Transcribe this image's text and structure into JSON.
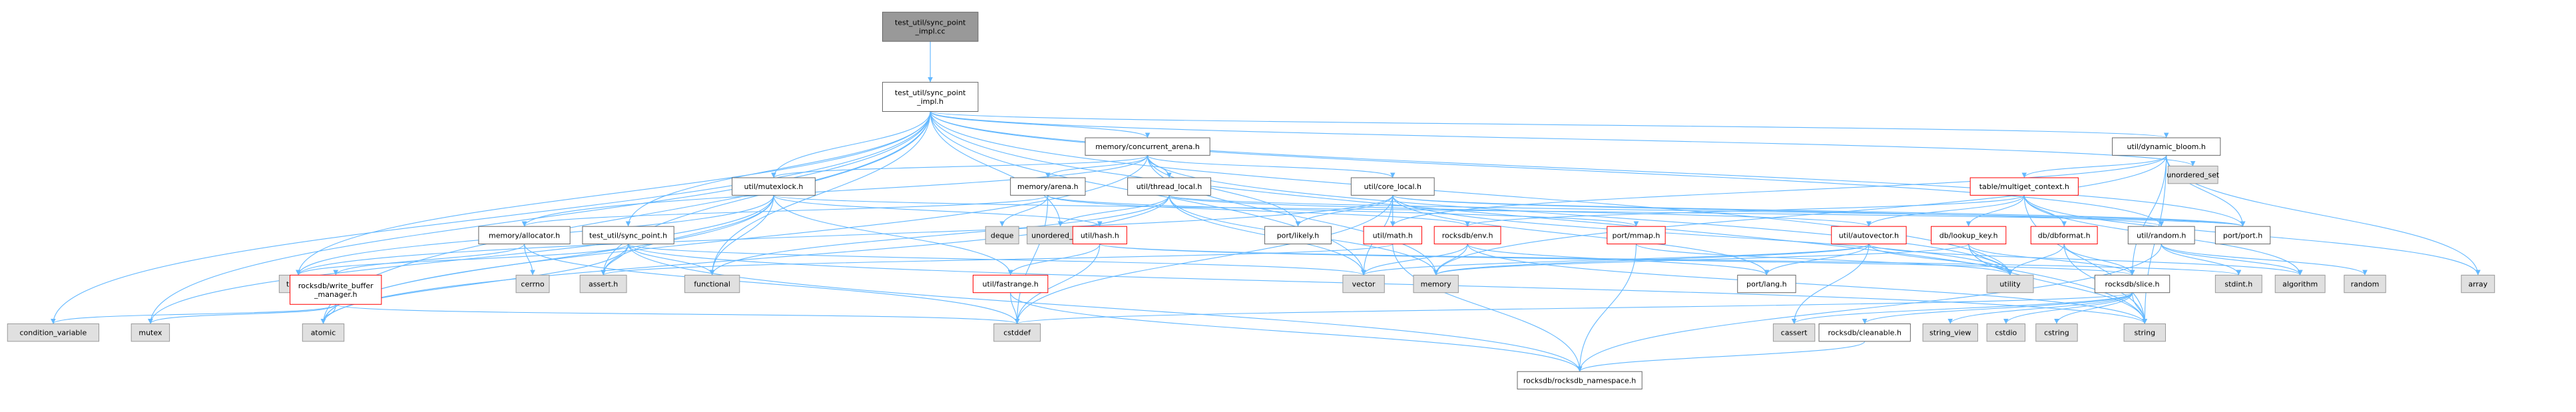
{
  "colors": {
    "edge": "#63b8ff",
    "root_fill": "#999999",
    "root_stroke": "#666666",
    "file_fill": "#ffffff",
    "file_stroke": "#666666",
    "linked_stroke": "#ff0000",
    "system_fill": "#e0e0e0",
    "system_stroke": "#999999",
    "text": "#000000"
  },
  "nodes": [
    {
      "id": "root",
      "lines": [
        "test_util/sync_point",
        "_impl.cc"
      ],
      "kind": "root"
    },
    {
      "id": "impl_h",
      "lines": [
        "test_util/sync_point",
        "_impl.h"
      ],
      "kind": "file"
    },
    {
      "id": "concurrent_arena",
      "lines": [
        "memory/concurrent_arena.h"
      ],
      "kind": "file"
    },
    {
      "id": "dynamic_bloom",
      "lines": [
        "util/dynamic_bloom.h"
      ],
      "kind": "file"
    },
    {
      "id": "unordered_set",
      "lines": [
        "unordered_set"
      ],
      "kind": "system"
    },
    {
      "id": "multiget_context",
      "lines": [
        "table/multiget_context.h"
      ],
      "kind": "linked"
    },
    {
      "id": "mutexlock",
      "lines": [
        "util/mutexlock.h"
      ],
      "kind": "file"
    },
    {
      "id": "arena",
      "lines": [
        "memory/arena.h"
      ],
      "kind": "file"
    },
    {
      "id": "thread_local",
      "lines": [
        "util/thread_local.h"
      ],
      "kind": "file"
    },
    {
      "id": "core_local",
      "lines": [
        "util/core_local.h"
      ],
      "kind": "file"
    },
    {
      "id": "allocator",
      "lines": [
        "memory/allocator.h"
      ],
      "kind": "file"
    },
    {
      "id": "sync_point_h",
      "lines": [
        "test_util/sync_point.h"
      ],
      "kind": "file"
    },
    {
      "id": "deque",
      "lines": [
        "deque"
      ],
      "kind": "system"
    },
    {
      "id": "unordered_map",
      "lines": [
        "unordered_map"
      ],
      "kind": "system"
    },
    {
      "id": "hash",
      "lines": [
        "util/hash.h"
      ],
      "kind": "linked"
    },
    {
      "id": "likely",
      "lines": [
        "port/likely.h"
      ],
      "kind": "file"
    },
    {
      "id": "math",
      "lines": [
        "util/math.h"
      ],
      "kind": "linked"
    },
    {
      "id": "env",
      "lines": [
        "rocksdb/env.h"
      ],
      "kind": "linked"
    },
    {
      "id": "mmap",
      "lines": [
        "port/mmap.h"
      ],
      "kind": "linked"
    },
    {
      "id": "autovector",
      "lines": [
        "util/autovector.h"
      ],
      "kind": "linked"
    },
    {
      "id": "lookup_key",
      "lines": [
        "db/lookup_key.h"
      ],
      "kind": "linked"
    },
    {
      "id": "dbformat",
      "lines": [
        "db/dbformat.h"
      ],
      "kind": "linked"
    },
    {
      "id": "random_h",
      "lines": [
        "util/random.h"
      ],
      "kind": "file"
    },
    {
      "id": "port_h",
      "lines": [
        "port/port.h"
      ],
      "kind": "file"
    },
    {
      "id": "thread",
      "lines": [
        "thread"
      ],
      "kind": "system"
    },
    {
      "id": "write_buffer_manager",
      "lines": [
        "rocksdb/write_buffer",
        "_manager.h"
      ],
      "kind": "linked"
    },
    {
      "id": "cerrno",
      "lines": [
        "cerrno"
      ],
      "kind": "system"
    },
    {
      "id": "assert_h",
      "lines": [
        "assert.h"
      ],
      "kind": "system"
    },
    {
      "id": "functional",
      "lines": [
        "functional"
      ],
      "kind": "system"
    },
    {
      "id": "fastrange",
      "lines": [
        "util/fastrange.h"
      ],
      "kind": "linked"
    },
    {
      "id": "vector",
      "lines": [
        "vector"
      ],
      "kind": "system"
    },
    {
      "id": "memory",
      "lines": [
        "memory"
      ],
      "kind": "system"
    },
    {
      "id": "lang",
      "lines": [
        "port/lang.h"
      ],
      "kind": "file"
    },
    {
      "id": "utility",
      "lines": [
        "utility"
      ],
      "kind": "system"
    },
    {
      "id": "slice",
      "lines": [
        "rocksdb/slice.h"
      ],
      "kind": "file"
    },
    {
      "id": "stdint",
      "lines": [
        "stdint.h"
      ],
      "kind": "system"
    },
    {
      "id": "algorithm",
      "lines": [
        "algorithm"
      ],
      "kind": "system"
    },
    {
      "id": "random",
      "lines": [
        "random"
      ],
      "kind": "system"
    },
    {
      "id": "array",
      "lines": [
        "array"
      ],
      "kind": "system"
    },
    {
      "id": "condition_variable",
      "lines": [
        "condition_variable"
      ],
      "kind": "system"
    },
    {
      "id": "mutex",
      "lines": [
        "mutex"
      ],
      "kind": "system"
    },
    {
      "id": "atomic",
      "lines": [
        "atomic"
      ],
      "kind": "system"
    },
    {
      "id": "cstddef",
      "lines": [
        "cstddef"
      ],
      "kind": "system"
    },
    {
      "id": "cassert",
      "lines": [
        "cassert"
      ],
      "kind": "system"
    },
    {
      "id": "cleanable",
      "lines": [
        "rocksdb/cleanable.h"
      ],
      "kind": "file"
    },
    {
      "id": "string_view",
      "lines": [
        "string_view"
      ],
      "kind": "system"
    },
    {
      "id": "cstdio",
      "lines": [
        "cstdio"
      ],
      "kind": "system"
    },
    {
      "id": "cstring",
      "lines": [
        "cstring"
      ],
      "kind": "system"
    },
    {
      "id": "string",
      "lines": [
        "string"
      ],
      "kind": "system"
    },
    {
      "id": "namespace",
      "lines": [
        "rocksdb/rocksdb_namespace.h"
      ],
      "kind": "file"
    }
  ],
  "edges": [
    [
      "root",
      "impl_h"
    ],
    [
      "impl_h",
      "concurrent_arena"
    ],
    [
      "impl_h",
      "dynamic_bloom"
    ],
    [
      "impl_h",
      "unordered_set"
    ],
    [
      "impl_h",
      "sync_point_h"
    ],
    [
      "impl_h",
      "mutexlock"
    ],
    [
      "impl_h",
      "random_h"
    ],
    [
      "impl_h",
      "port_h"
    ],
    [
      "impl_h",
      "thread"
    ],
    [
      "impl_h",
      "unordered_map"
    ],
    [
      "impl_h",
      "functional"
    ],
    [
      "impl_h",
      "assert_h"
    ],
    [
      "impl_h",
      "condition_variable"
    ],
    [
      "impl_h",
      "mutex"
    ],
    [
      "impl_h",
      "atomic"
    ],
    [
      "impl_h",
      "string"
    ],
    [
      "impl_h",
      "utility"
    ],
    [
      "impl_h",
      "vector"
    ],
    [
      "concurrent_arena",
      "arena"
    ],
    [
      "concurrent_arena",
      "thread_local"
    ],
    [
      "concurrent_arena",
      "core_local"
    ],
    [
      "concurrent_arena",
      "mutexlock"
    ],
    [
      "concurrent_arena",
      "likely"
    ],
    [
      "concurrent_arena",
      "atomic"
    ],
    [
      "concurrent_arena",
      "memory"
    ],
    [
      "concurrent_arena",
      "utility"
    ],
    [
      "concurrent_arena",
      "allocator"
    ],
    [
      "dynamic_bloom",
      "multiget_context"
    ],
    [
      "dynamic_bloom",
      "port_h"
    ],
    [
      "dynamic_bloom",
      "slice"
    ],
    [
      "dynamic_bloom",
      "math"
    ],
    [
      "dynamic_bloom",
      "array"
    ],
    [
      "dynamic_bloom",
      "string"
    ],
    [
      "dynamic_bloom",
      "memory"
    ],
    [
      "multiget_context",
      "lookup_key"
    ],
    [
      "multiget_context",
      "dbformat"
    ],
    [
      "multiget_context",
      "autovector"
    ],
    [
      "multiget_context",
      "env"
    ],
    [
      "multiget_context",
      "array"
    ],
    [
      "multiget_context",
      "string"
    ],
    [
      "multiget_context",
      "algorithm"
    ],
    [
      "mutexlock",
      "port_h"
    ],
    [
      "mutexlock",
      "hash"
    ],
    [
      "mutexlock",
      "fastrange"
    ],
    [
      "mutexlock",
      "assert_h"
    ],
    [
      "mutexlock",
      "atomic"
    ],
    [
      "mutexlock",
      "functional"
    ],
    [
      "mutexlock",
      "mutex"
    ],
    [
      "mutexlock",
      "thread"
    ],
    [
      "arena",
      "allocator"
    ],
    [
      "arena",
      "mmap"
    ],
    [
      "arena",
      "env"
    ],
    [
      "arena",
      "cstddef"
    ],
    [
      "arena",
      "deque"
    ],
    [
      "thread_local",
      "autovector"
    ],
    [
      "thread_local",
      "port_h"
    ],
    [
      "thread_local",
      "functional"
    ],
    [
      "thread_local",
      "memory"
    ],
    [
      "thread_local",
      "unordered_map"
    ],
    [
      "thread_local",
      "vector"
    ],
    [
      "thread_local",
      "atomic"
    ],
    [
      "core_local",
      "random_h"
    ],
    [
      "core_local",
      "port_h"
    ],
    [
      "core_local",
      "likely"
    ],
    [
      "core_local",
      "math"
    ],
    [
      "core_local",
      "cstddef"
    ],
    [
      "core_local",
      "thread"
    ],
    [
      "core_local",
      "utility"
    ],
    [
      "core_local",
      "vector"
    ],
    [
      "core_local",
      "lang"
    ],
    [
      "allocator",
      "write_buffer_manager"
    ],
    [
      "allocator",
      "cerrno"
    ],
    [
      "allocator",
      "cstddef"
    ],
    [
      "sync_point_h",
      "assert_h"
    ],
    [
      "sync_point_h",
      "functional"
    ],
    [
      "sync_point_h",
      "string"
    ],
    [
      "sync_point_h",
      "thread"
    ],
    [
      "sync_point_h",
      "vector"
    ],
    [
      "sync_point_h",
      "namespace"
    ],
    [
      "sync_point_h",
      "atomic"
    ],
    [
      "hash",
      "slice"
    ],
    [
      "hash",
      "fastrange"
    ],
    [
      "hash",
      "cstddef"
    ],
    [
      "hash",
      "stdint"
    ],
    [
      "math",
      "assert_h"
    ],
    [
      "math",
      "cstdint"
    ],
    [
      "math",
      "type_traits"
    ],
    [
      "math",
      "namespace"
    ],
    [
      "env",
      "memory"
    ],
    [
      "env",
      "vector"
    ],
    [
      "env",
      "string"
    ],
    [
      "env",
      "lang"
    ],
    [
      "mmap",
      "utility"
    ],
    [
      "mmap",
      "cstdint"
    ],
    [
      "mmap",
      "namespace"
    ],
    [
      "autovector",
      "algorithm"
    ],
    [
      "autovector",
      "cassert"
    ],
    [
      "autovector",
      "stdexcept"
    ],
    [
      "autovector",
      "iterator"
    ],
    [
      "autovector",
      "utility"
    ],
    [
      "autovector",
      "vector"
    ],
    [
      "autovector",
      "memory"
    ],
    [
      "autovector",
      "lang"
    ],
    [
      "lookup_key",
      "slice"
    ],
    [
      "lookup_key",
      "utility"
    ],
    [
      "lookup_key",
      "string"
    ],
    [
      "lookup_key",
      "memory"
    ],
    [
      "dbformat",
      "slice"
    ],
    [
      "dbformat",
      "string"
    ],
    [
      "dbformat",
      "utility"
    ],
    [
      "random_h",
      "algorithm"
    ],
    [
      "random_h",
      "random"
    ],
    [
      "random_h",
      "stdint"
    ],
    [
      "random_h",
      "namespace"
    ],
    [
      "write_buffer_manager",
      "atomic"
    ],
    [
      "write_buffer_manager",
      "mutex"
    ],
    [
      "write_buffer_manager",
      "condition_variable"
    ],
    [
      "write_buffer_manager",
      "cstddef"
    ],
    [
      "fastrange",
      "cstddef"
    ],
    [
      "fastrange",
      "namespace"
    ],
    [
      "slice",
      "cassert"
    ],
    [
      "slice",
      "cstddef"
    ],
    [
      "slice",
      "cstdio"
    ],
    [
      "slice",
      "cstring"
    ],
    [
      "slice",
      "string"
    ],
    [
      "slice",
      "string_view"
    ],
    [
      "slice",
      "cleanable"
    ],
    [
      "cleanable",
      "namespace"
    ]
  ]
}
